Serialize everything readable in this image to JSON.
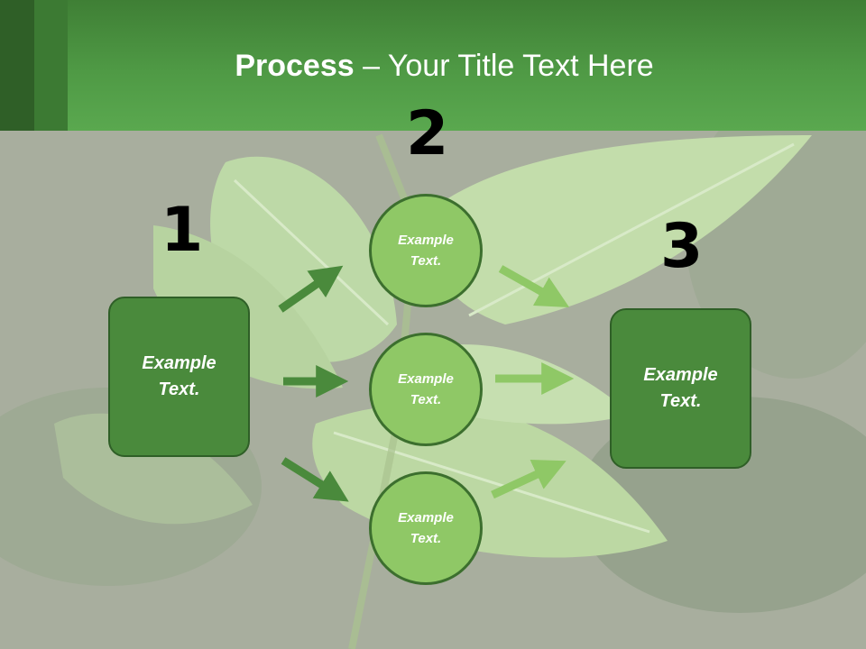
{
  "title": {
    "bold": "Process",
    "rest": " – Your Title Text Here"
  },
  "colors": {
    "header": "#4f9a45",
    "box": "#4a8a3c",
    "circle": "#8fc866",
    "arrow_dark": "#4a8a3c",
    "arrow_light": "#8fc866"
  },
  "steps": [
    {
      "number": "1",
      "label1": "Example",
      "label2": "Text."
    },
    {
      "number": "2"
    },
    {
      "number": "3",
      "label1": "Example",
      "label2": "Text."
    }
  ],
  "circles": [
    {
      "label1": "Example",
      "label2": "Text."
    },
    {
      "label1": "Example",
      "label2": "Text."
    },
    {
      "label1": "Example",
      "label2": "Text."
    }
  ]
}
